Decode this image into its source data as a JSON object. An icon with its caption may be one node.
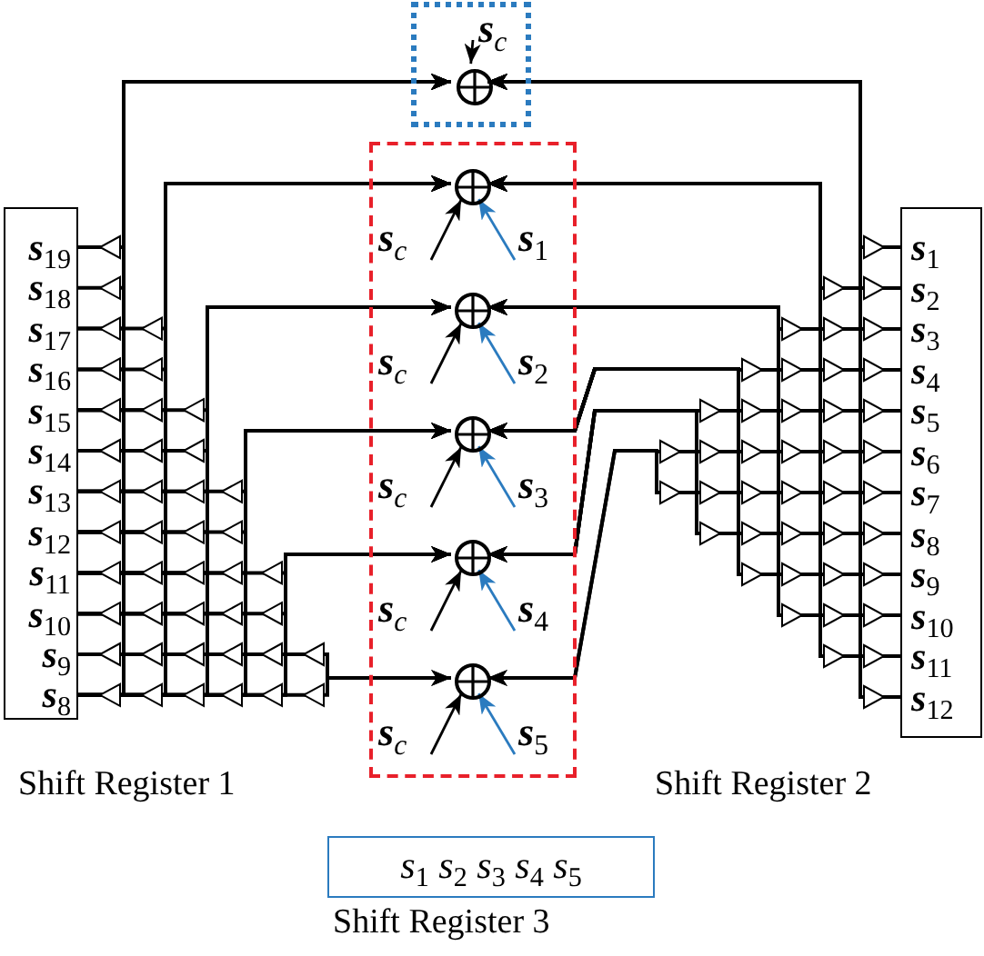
{
  "diagram": {
    "nodes": [
      {
        "text": [
          "Shift Register 1"
        ]
      },
      {
        "text": [
          "s$_{19}$"
        ],
        "in": 0
      },
      {
        "text": [
          "s$_{18}$"
        ],
        "in": 0
      },
      {
        "text": [
          "s$_{17}$"
        ],
        "in": 0
      },
      {
        "text": [
          "s$_{16}$"
        ],
        "in": 0
      },
      {
        "text": [
          "s$_{15}$"
        ],
        "in": 0
      },
      {
        "text": [
          "s$_{14}$"
        ],
        "in": 0
      },
      {
        "text": [
          "s$_{13}$"
        ],
        "in": 0
      },
      {
        "text": [
          "s$_{12}$"
        ],
        "in": 0
      },
      {
        "text": [
          "s$_{11}$"
        ],
        "in": 0
      },
      {
        "text": [
          "s$_{10}$"
        ],
        "in": 0
      },
      {
        "text": [
          "s$_{9}$"
        ],
        "in": 0
      },
      {
        "text": [
          "s$_{8}$"
        ],
        "in": 0
      },
      {
        "text": [
          "Shift Register 2"
        ]
      },
      {
        "text": [
          "s$_{1}$"
        ],
        "in": 13
      },
      {
        "text": [
          "s$_{2}$"
        ],
        "in": 13
      },
      {
        "text": [
          "s$_{3}$"
        ],
        "in": 13
      },
      {
        "text": [
          "s$_{4}$"
        ],
        "in": 13
      },
      {
        "text": [
          "s$_{5}$"
        ],
        "in": 13
      },
      {
        "text": [
          "s$_{6}$"
        ],
        "in": 13
      },
      {
        "text": [
          "s$_{7}$"
        ],
        "in": 13
      },
      {
        "text": [
          "s$_{8}$"
        ],
        "in": 13
      },
      {
        "text": [
          "s$_{9}$"
        ],
        "in": 13
      },
      {
        "text": [
          "s$_{10}$"
        ],
        "in": 13
      },
      {
        "text": [
          "s$_{11}$"
        ],
        "in": 13
      },
      {
        "text": [
          "s$_{12}$"
        ],
        "in": 13
      },
      {
        "text": [
          "s$_{1}$ s$_{2}$ s$_{3}$ s$_{4}$ s$_{5}$",
          "Shift Register 3"
        ]
      },
      {
        "text": [],
        "shape": "box"
      },
      {
        "text": [
          "s$_{c}$"
        ],
        "in": 27
      },
      {
        "text": [],
        "shape": "circle",
        "in": 27
      },
      {
        "text": [],
        "shape": "box"
      },
      {
        "text": [],
        "shape": "circle",
        "in": 30
      },
      {
        "text": [
          "s$_{c}$"
        ],
        "in": 30
      },
      {
        "text": [
          "s$_{1}$"
        ],
        "in": 30
      },
      {
        "text": [],
        "shape": "circle",
        "in": 30
      },
      {
        "text": [
          "s$_{c}$"
        ],
        "in": 30
      },
      {
        "text": [
          "s$_{2}$"
        ],
        "in": 30
      },
      {
        "text": [],
        "shape": "circle",
        "in": 30
      },
      {
        "text": [
          "s$_{c}$"
        ],
        "in": 30
      },
      {
        "text": [
          "s$_{3}$"
        ],
        "in": 30
      },
      {
        "text": [],
        "shape": "circle",
        "in": 30
      },
      {
        "text": [
          "s$_{c}$"
        ],
        "in": 30
      },
      {
        "text": [
          "s$_{4}$"
        ],
        "in": 30
      },
      {
        "text": [],
        "shape": "circle",
        "in": 30
      },
      {
        "text": [
          "s$_{c}$"
        ],
        "in": 30
      },
      {
        "text": [
          "s$_{5}$"
        ],
        "in": 30
      }
    ],
    "edges": [
      {
        "from": 28,
        "to": 29,
        "arrow": "to"
      },
      {
        "from": 32,
        "to": 31,
        "arrow": "to"
      },
      {
        "from": 33,
        "to": 31,
        "arrow": "to",
        "color": "#2b7bbf"
      },
      {
        "from": 35,
        "to": 34,
        "arrow": "to"
      },
      {
        "from": 36,
        "to": 34,
        "arrow": "to",
        "color": "#2b7bbf"
      },
      {
        "from": 38,
        "to": 37,
        "arrow": "to"
      },
      {
        "from": 39,
        "to": 37,
        "arrow": "to",
        "color": "#2b7bbf"
      },
      {
        "from": 41,
        "to": 40,
        "arrow": "to"
      },
      {
        "from": 42,
        "to": 40,
        "arrow": "to",
        "color": "#2b7bbf"
      },
      {
        "from": 44,
        "to": 43,
        "arrow": "to"
      },
      {
        "from": 45,
        "to": 43,
        "arrow": "to",
        "color": "#2b7bbf"
      },
      {
        "from": 1,
        "to": 29,
        "arrow": "to"
      },
      {
        "from": 2,
        "to": 29,
        "arrow": "to"
      },
      {
        "from": 3,
        "to": 29,
        "arrow": "to"
      },
      {
        "from": 4,
        "to": 29,
        "arrow": "to"
      },
      {
        "from": 5,
        "to": 29,
        "arrow": "to"
      },
      {
        "from": 6,
        "to": 29,
        "arrow": "to"
      },
      {
        "from": 7,
        "to": 29,
        "arrow": "to"
      },
      {
        "from": 8,
        "to": 29,
        "arrow": "to"
      },
      {
        "from": 9,
        "to": 29,
        "arrow": "to"
      },
      {
        "from": 10,
        "to": 29,
        "arrow": "to"
      },
      {
        "from": 11,
        "to": 29,
        "arrow": "to"
      },
      {
        "from": 12,
        "to": 29,
        "arrow": "to"
      },
      {
        "from": 3,
        "to": 31,
        "arrow": "to"
      },
      {
        "from": 4,
        "to": 31,
        "arrow": "to"
      },
      {
        "from": 5,
        "to": 31,
        "arrow": "to"
      },
      {
        "from": 6,
        "to": 31,
        "arrow": "to"
      },
      {
        "from": 7,
        "to": 31,
        "arrow": "to"
      },
      {
        "from": 8,
        "to": 31,
        "arrow": "to"
      },
      {
        "from": 9,
        "to": 31,
        "arrow": "to"
      },
      {
        "from": 10,
        "to": 31,
        "arrow": "to"
      },
      {
        "from": 11,
        "to": 31,
        "arrow": "to"
      },
      {
        "from": 12,
        "to": 31,
        "arrow": "to"
      },
      {
        "from": 5,
        "to": 34,
        "arrow": "to"
      },
      {
        "from": 6,
        "to": 34,
        "arrow": "to"
      },
      {
        "from": 7,
        "to": 34,
        "arrow": "to"
      },
      {
        "from": 8,
        "to": 34,
        "arrow": "to"
      },
      {
        "from": 9,
        "to": 34,
        "arrow": "to"
      },
      {
        "from": 10,
        "to": 34,
        "arrow": "to"
      },
      {
        "from": 11,
        "to": 34,
        "arrow": "to"
      },
      {
        "from": 12,
        "to": 34,
        "arrow": "to"
      },
      {
        "from": 7,
        "to": 37,
        "arrow": "to"
      },
      {
        "from": 8,
        "to": 37,
        "arrow": "to"
      },
      {
        "from": 9,
        "to": 37,
        "arrow": "to"
      },
      {
        "from": 10,
        "to": 37,
        "arrow": "to"
      },
      {
        "from": 11,
        "to": 37,
        "arrow": "to"
      },
      {
        "from": 12,
        "to": 37,
        "arrow": "to"
      },
      {
        "from": 9,
        "to": 40,
        "arrow": "to"
      },
      {
        "from": 10,
        "to": 40,
        "arrow": "to"
      },
      {
        "from": 11,
        "to": 40,
        "arrow": "to"
      },
      {
        "from": 12,
        "to": 40,
        "arrow": "to"
      },
      {
        "from": 11,
        "to": 43,
        "arrow": "to"
      },
      {
        "from": 12,
        "to": 43,
        "arrow": "to"
      },
      {
        "from": 14,
        "to": 29,
        "arrow": "to"
      },
      {
        "from": 15,
        "to": 29,
        "arrow": "to"
      },
      {
        "from": 16,
        "to": 29,
        "arrow": "to"
      },
      {
        "from": 17,
        "to": 29,
        "arrow": "to"
      },
      {
        "from": 18,
        "to": 29,
        "arrow": "to"
      },
      {
        "from": 19,
        "to": 29,
        "arrow": "to"
      },
      {
        "from": 20,
        "to": 29,
        "arrow": "to"
      },
      {
        "from": 21,
        "to": 29,
        "arrow": "to"
      },
      {
        "from": 22,
        "to": 29,
        "arrow": "to"
      },
      {
        "from": 23,
        "to": 29,
        "arrow": "to"
      },
      {
        "from": 24,
        "to": 29,
        "arrow": "to"
      },
      {
        "from": 25,
        "to": 29,
        "arrow": "to"
      },
      {
        "from": 15,
        "to": 31,
        "arrow": "to"
      },
      {
        "from": 16,
        "to": 31,
        "arrow": "to"
      },
      {
        "from": 17,
        "to": 31,
        "arrow": "to"
      },
      {
        "from": 18,
        "to": 31,
        "arrow": "to"
      },
      {
        "from": 19,
        "to": 31,
        "arrow": "to"
      },
      {
        "from": 20,
        "to": 31,
        "arrow": "to"
      },
      {
        "from": 21,
        "to": 31,
        "arrow": "to"
      },
      {
        "from": 22,
        "to": 31,
        "arrow": "to"
      },
      {
        "from": 23,
        "to": 31,
        "arrow": "to"
      },
      {
        "from": 24,
        "to": 31,
        "arrow": "to"
      },
      {
        "from": 16,
        "to": 34,
        "arrow": "to"
      },
      {
        "from": 17,
        "to": 34,
        "arrow": "to"
      },
      {
        "from": 18,
        "to": 34,
        "arrow": "to"
      },
      {
        "from": 19,
        "to": 34,
        "arrow": "to"
      },
      {
        "from": 20,
        "to": 34,
        "arrow": "to"
      },
      {
        "from": 21,
        "to": 34,
        "arrow": "to"
      },
      {
        "from": 22,
        "to": 34,
        "arrow": "to"
      },
      {
        "from": 23,
        "to": 34,
        "arrow": "to"
      },
      {
        "from": 17,
        "to": 37,
        "arrow": "to"
      },
      {
        "from": 18,
        "to": 37,
        "arrow": "to"
      },
      {
        "from": 19,
        "to": 37,
        "arrow": "to"
      },
      {
        "from": 20,
        "to": 37,
        "arrow": "to"
      },
      {
        "from": 21,
        "to": 37,
        "arrow": "to"
      },
      {
        "from": 22,
        "to": 37,
        "arrow": "to"
      },
      {
        "from": 18,
        "to": 40,
        "arrow": "to"
      },
      {
        "from": 19,
        "to": 40,
        "arrow": "to"
      },
      {
        "from": 20,
        "to": 40,
        "arrow": "to"
      },
      {
        "from": 21,
        "to": 40,
        "arrow": "to"
      },
      {
        "from": 19,
        "to": 43,
        "arrow": "to"
      },
      {
        "from": 20,
        "to": 43,
        "arrow": "to"
      }
    ]
  }
}
